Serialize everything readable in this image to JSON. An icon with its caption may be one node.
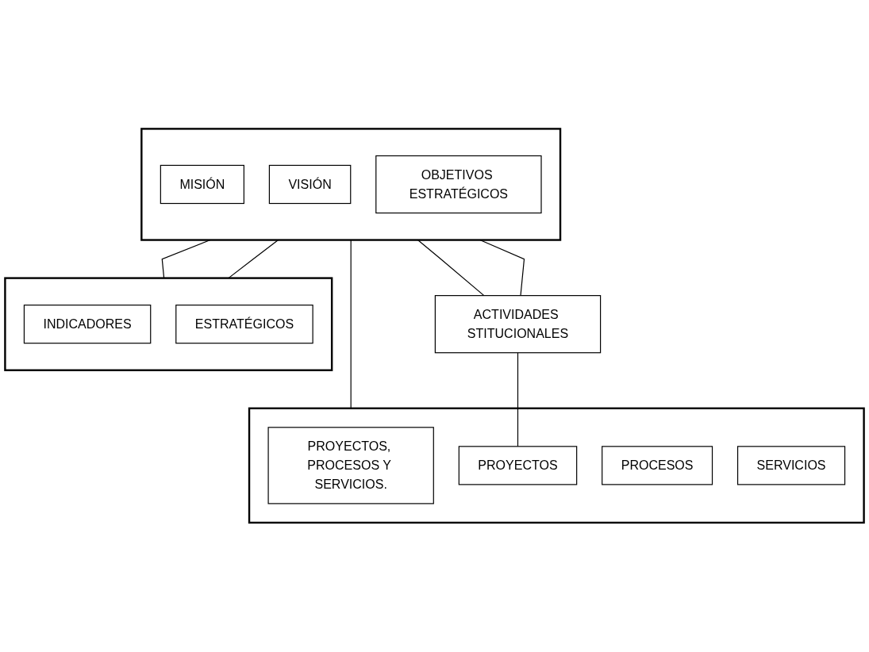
{
  "diagram": {
    "nodes": [
      {
        "text": [],
        "shape": "box"
      },
      {
        "text": [
          "MISIÓN"
        ],
        "in": 0
      },
      {
        "text": [
          "VISIÓN"
        ],
        "in": 0
      },
      {
        "text": [
          "OBJETIVOS ESTRATÉGICOS"
        ],
        "in": 0
      },
      {
        "text": [
          "ACTIVIDADES STITUCIONALES"
        ]
      },
      {
        "text": [],
        "shape": "box"
      },
      {
        "text": [
          "PROYECTOS, PROCESOS Y SERVICIOS."
        ],
        "in": 5
      },
      {
        "text": [
          "PROYECTOS"
        ],
        "in": 5
      },
      {
        "text": [
          "PROCESOS"
        ],
        "in": 5
      },
      {
        "text": [
          "SERVICIOS"
        ],
        "in": 5
      },
      {
        "text": [],
        "shape": "box"
      },
      {
        "text": [
          "INDICADORES"
        ],
        "in": 10
      },
      {
        "text": [
          "ESTRATÉGICOS"
        ],
        "in": 10
      }
    ],
    "edges": [
      {
        "from": 0,
        "to": 4,
        "arrow": "none"
      },
      {
        "from": 0,
        "to": 4,
        "arrow": "none"
      },
      {
        "from": 0,
        "to": 5,
        "arrow": "none"
      },
      {
        "from": 0,
        "to": 10,
        "arrow": "none"
      },
      {
        "from": 0,
        "to": 10,
        "arrow": "none"
      },
      {
        "from": 4,
        "to": 7,
        "arrow": "none"
      }
    ]
  }
}
